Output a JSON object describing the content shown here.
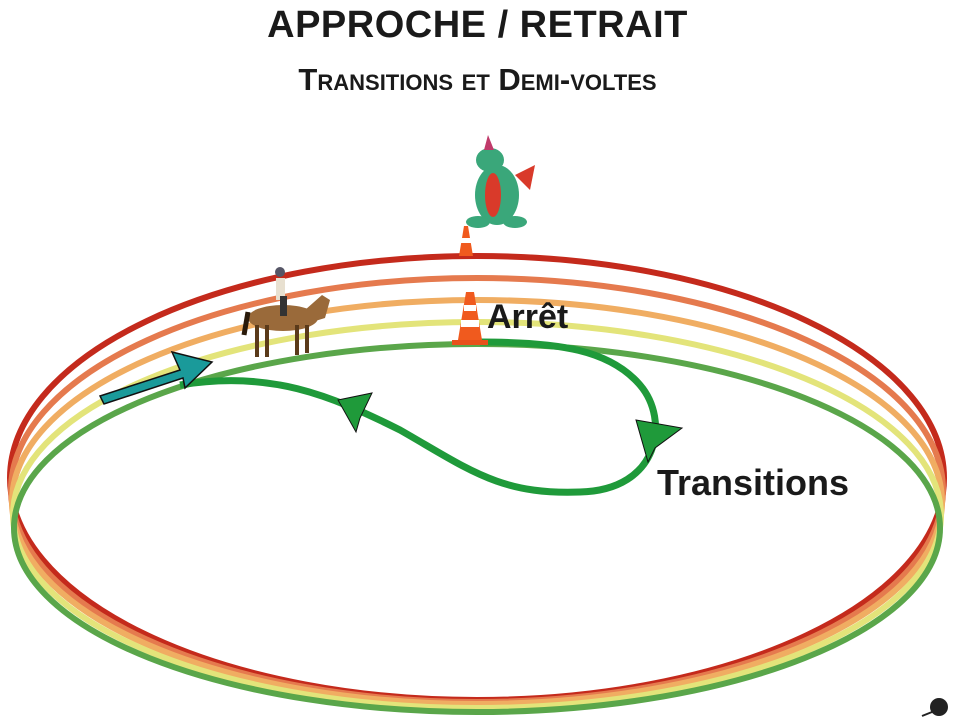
{
  "title": "APPROCHE / RETRAIT",
  "subtitle": "Transitions et Demi-voltes",
  "labels": {
    "stop": "Arrêt",
    "transitions": "Transitions"
  },
  "colors": {
    "ring1": "#c42a1c",
    "ring2": "#e57a4e",
    "ring3": "#f0ad62",
    "ring4": "#e3e47a",
    "ring5": "#5aa64a",
    "path": "#1f9a3a",
    "entry_arrow": "#1a9a9a"
  },
  "icons": [
    "dragon-icon",
    "traffic-cone-icon",
    "horse-rider-icon",
    "signature-icon"
  ]
}
